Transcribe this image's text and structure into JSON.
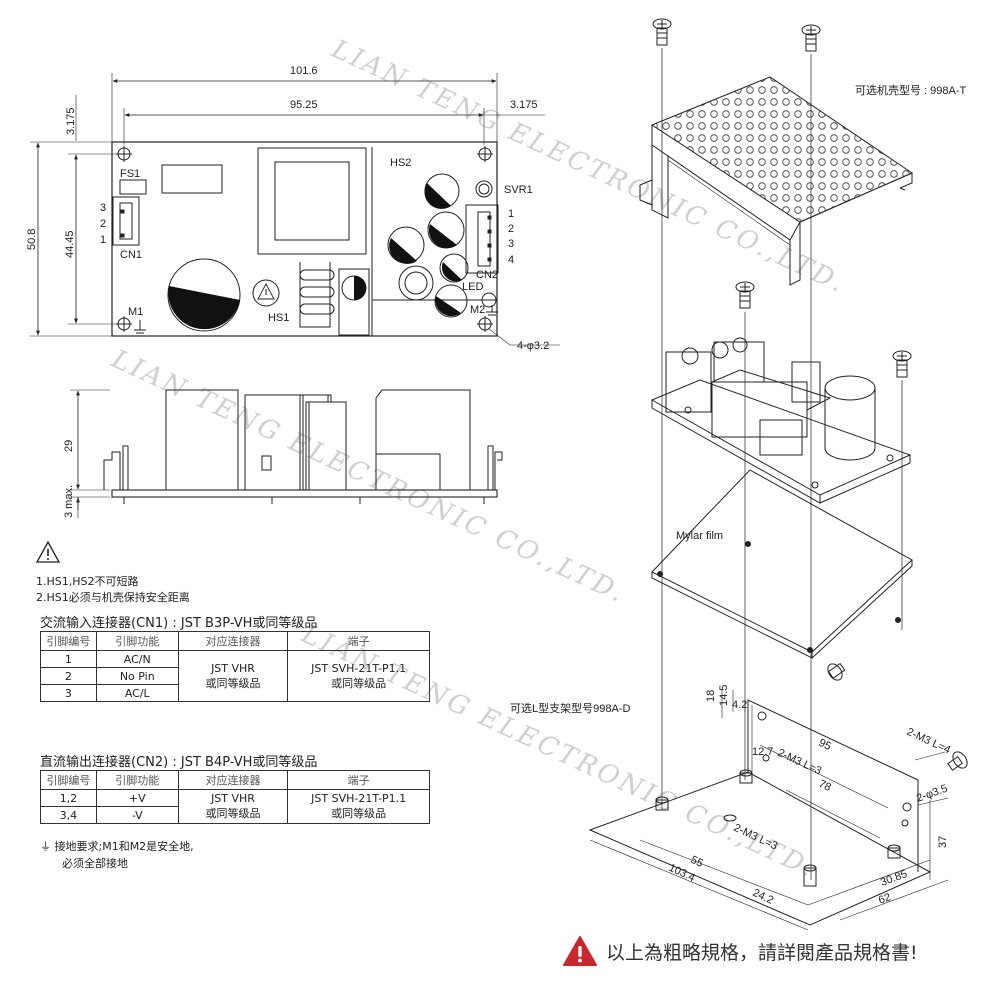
{
  "watermark": {
    "text": "LIAN TENG ELECTRONIC CO.,LTD."
  },
  "top_view": {
    "dim_width": "101.6",
    "dim_hole_spacing": "95.25",
    "dim_offset_left": "3.175",
    "dim_offset_right": "3.175",
    "dim_height": "50.8",
    "dim_hole_height": "44.45",
    "labels": {
      "fs1": "FS1",
      "cn1": "CN1",
      "hs1": "HS1",
      "hs2": "HS2",
      "svr1": "SVR1",
      "cn2": "CN2",
      "led": "LED",
      "m1": "M1",
      "m2": "M2",
      "holes": "4-φ3.2"
    },
    "cn1_pins": [
      "3",
      "2",
      "1"
    ],
    "cn2_pins": [
      "1",
      "2",
      "3",
      "4"
    ]
  },
  "side_view": {
    "dim_height": "29",
    "dim_clearance": "3 max."
  },
  "notes": {
    "line1": "1.HS1,HS2不可短路",
    "line2": "2.HS1必须与机壳保持安全距离"
  },
  "cn1_table": {
    "title": "交流输入连接器(CN1) : JST B3P-VH或同等级品",
    "headers": [
      "引脚编号",
      "引脚功能",
      "对应连接器",
      "端子"
    ],
    "rows": [
      {
        "pin": "1",
        "function": "AC/N"
      },
      {
        "pin": "2",
        "function": "No Pin"
      },
      {
        "pin": "3",
        "function": "AC/L"
      }
    ],
    "connector_line1": "JST VHR",
    "connector_line2": "或同等级品",
    "terminal_line1": "JST SVH-21T-P1.1",
    "terminal_line2": "或同等级品"
  },
  "cn2_table": {
    "title": "直流输出连接器(CN2) : JST B4P-VH或同等级品",
    "headers": [
      "引脚编号",
      "引脚功能",
      "对应连接器",
      "端子"
    ],
    "rows": [
      {
        "pin": "1,2",
        "function": "+V"
      },
      {
        "pin": "3,4",
        "function": "-V"
      }
    ],
    "connector_line1": "JST VHR",
    "connector_line2": "或同等级品",
    "terminal_line1": "JST SVH-21T-P1.1",
    "terminal_line2": "或同等级品"
  },
  "ground_note": {
    "line1": "接地要求;M1和M2是安全地,",
    "line2": "必须全部接地"
  },
  "exploded": {
    "case_label": "可选机壳型号 : 998A-T",
    "mylar_label": "Mylar film",
    "bracket_label": "可选L型支架型号998A-D",
    "dims": {
      "d18": "18",
      "d14_5": "14.5",
      "d4_2": "4.2",
      "d12_7": "12.7",
      "d95": "95",
      "d78": "78",
      "m3_l3_a": "2-M3 L=3",
      "m3_l4": "2-M3 L=4",
      "d3_5": "2-φ3.5",
      "d37": "37",
      "m3_l3_b": "2-M3 L=3",
      "d55": "55",
      "d103_4": "103.4",
      "d24_2": "24.2",
      "d30_85": "30.85",
      "d62": "62"
    }
  },
  "footer": {
    "text": "以上為粗略規格，請詳閱產品規格書!",
    "accent": "#c8282d"
  }
}
